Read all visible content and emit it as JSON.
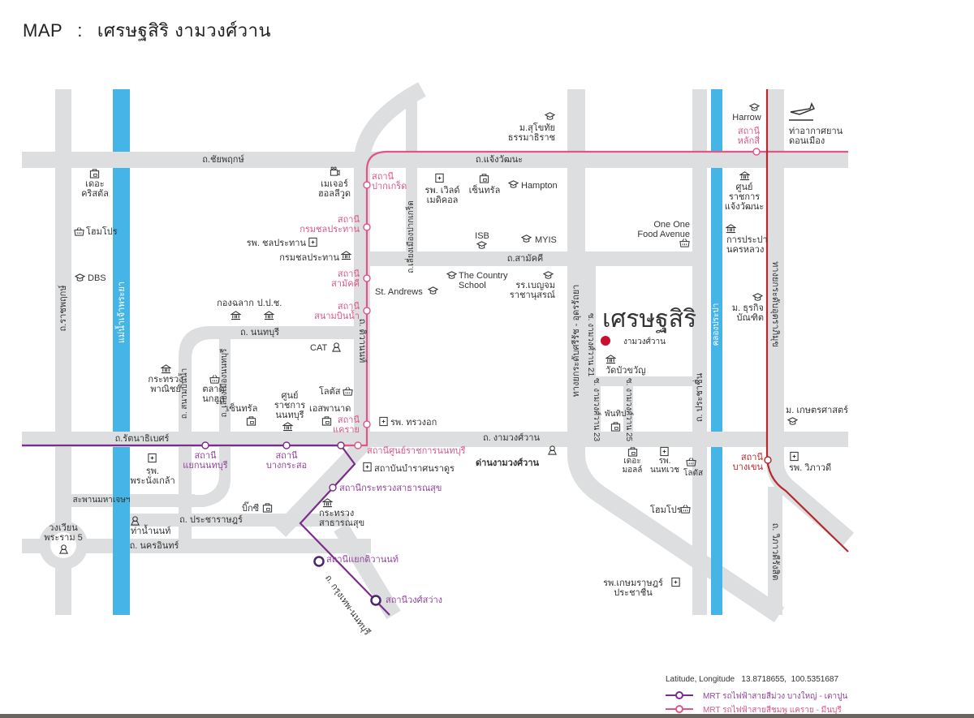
{
  "title": {
    "prefix": "MAP",
    "separator": ":",
    "name": "เศรษฐสิริ งามวงศ์วาน"
  },
  "colors": {
    "road": "#dcdedf",
    "water": "#45b4e6",
    "pink_line": "#e0558a",
    "purple_line": "#7b2c8c",
    "red_line": "#b5282e",
    "marker": "#c8102e"
  },
  "roads": {
    "chaiyaphruek": "ถ.ชัยพฤกษ์",
    "chaengwattana": "ถ.แจ้งวัฒนะ",
    "samakkhi": "ถ.สามัคคี",
    "nonthaburi": "ถ. นนทบุรี",
    "rattanathibet": "ถ.รัตนาธิเบศร์",
    "ngamwongwan": "ถ. งามวงศ์วาน",
    "maha_chesadabodindranusorn": "สะพานมหาเจษฯ",
    "pracharat": "ถ. ประชาราษฎร์",
    "nakhon_in": "ถ. นครอินทร์",
    "ratchaphruek": "ถ.ราชพฤกษ์",
    "chaophraya": "แม่น้ำเจ้าพระยา",
    "pakkret_bypass": "ถ.เลี่ยงเมืองปากเกร็ด",
    "tiwanon": "ถ. ติวานนท์",
    "sirat_expressway": "ทางยกระดับศรีรัช - อุดรรัถยา",
    "soi21": "ซ. งามวงศ์วาน 21",
    "soi23": "ซ. งามวงศ์วาน 23",
    "soi25": "ซ. งามวงศ์วาน 25",
    "prachachuen": "ถ. ประชาชื่น",
    "prapa_canal": "คลองประปา",
    "uttaraphimuk": "ทางยกระดับอุตราภิมุข",
    "vibhavadi": "ถ. วิภาวดีรังสิต",
    "sanambinnam": "ถ. สนามบินน้ำ",
    "nonthaburi_bypass": "ถ. เลี่ยงเมืองนนทบุรี",
    "bangkok_nonthaburi": "ถ. กรุงเทพ-นนทบุรี"
  },
  "stations": {
    "pakkret": "สถานี\nปากเกร็ด",
    "chonprathan": "สถานี\nกรมชลประทาน",
    "samakkhi": "สถานี\nสามัคคี",
    "sanambinnam": "สถานี\nสนามบินน้ำ",
    "khae_rai": "สถานี\nแคราย",
    "govt_center": "สถานีศูนย์ราชการนนทบุรี",
    "yaek_nonthaburi": "สถานี\nแยกนนทบุรี",
    "bang_krasor": "สถานี\nบางกระสอ",
    "ministry_health": "สถานีกระทรวงสาธารณสุข",
    "yaek_tiwanon": "สถานีแยกติวานนท์",
    "wong_sawang": "สถานีวงศ์สว่าง",
    "lak_si": "สถานี\nหลักสี่",
    "bang_khen": "สถานี\nบางเขน"
  },
  "places": {
    "the_crystal": "เดอะ\nคริสตัล",
    "homepro_w": "โฮมโปร",
    "dbs": "DBS",
    "major": "เมเจอร์\nฮอลลีวูด",
    "rp_chonprathan": "รพ. ชลประทาน",
    "chonprathan": "กรมชลประทาน",
    "lottery": "กองฉลาก",
    "nacc": "ป.ป.ช.",
    "cat": "CAT",
    "commerce": "กระทรวง\nพาณิชย์",
    "talad_nokhook": "ตลาด\nนกฮูก",
    "central_rattana": "เซ็นทรัล",
    "govt_center": "ศูนย์\nราชการ\nนนทบุรี",
    "lotus_w": "โลตัส",
    "esplanade": "เอสพานาด",
    "chest_hospital": "รพ. ทรวงอก",
    "bamrasnaradura": "สถาบันบำราศนราดูร",
    "ministry_health": "กระทรวง\nสาธารณสุข",
    "bigc": "บิ๊กซี",
    "tha_nam_non": "ท่าน้ำนนท์",
    "rama5_circle": "วงเวียน\nพระราม 5",
    "pranangklao": "รพ.\nพระนั่งเกล้า",
    "stou": "ม.สุโขทัย\nธรรมาธิราช",
    "world_medical": "รพ. เวิลด์\nเมดิคอล",
    "central_chaeng": "เซ็นทรัล",
    "hampton": "Hampton",
    "isb": "ISB",
    "myis": "MYIS",
    "country_school": "The Country\nSchool",
    "st_andrews": "St. Andrews",
    "benchama": "รร.เบญจม\nราชานุสรณ์",
    "one_one": "One One\nFood Avenue",
    "wat_buakhwan": "วัดบัวขวัญ",
    "pantip": "พันทิป",
    "the_mall": "เดอะ\nมอลล์",
    "nonthavej": "รพ.\nนนทเวช",
    "lotus_e": "โลตัส",
    "homepro_e": "โฮมโปร",
    "kasemrad": "รพ.เกษมราษฎร์\nประชาชื่น",
    "dan_ngamwongwan": "ด่านงามวงศ์วาน",
    "harrow": "Harrow",
    "don_mueang": "ท่าอากาศยาน\nดอนเมือง",
    "chaeng_govt": "ศูนย์\nราชการ\nแจ้งวัฒนะ",
    "mwa": "การประปา\nนครหลวง",
    "dpu": "ม. ธุรกิจ\nบัณฑิต",
    "ku": "ม. เกษตรศาสตร์",
    "vibhavadi_hosp": "รพ. วิภาวดี"
  },
  "project": {
    "name": "เศรษฐสิริ",
    "subtitle": "งามวงศ์วาน"
  },
  "legend": {
    "coords_label": "Latitude, Longitude",
    "latitude": "13.8718655,",
    "longitude": "100.5351687",
    "purple_line": "MRT รถไฟฟ้าสายสีม่วง บางใหญ่ - เตาปูน",
    "pink_line": "MRT รถไฟฟ้าสายสีชมพู แคราย - มีนบุรี"
  }
}
